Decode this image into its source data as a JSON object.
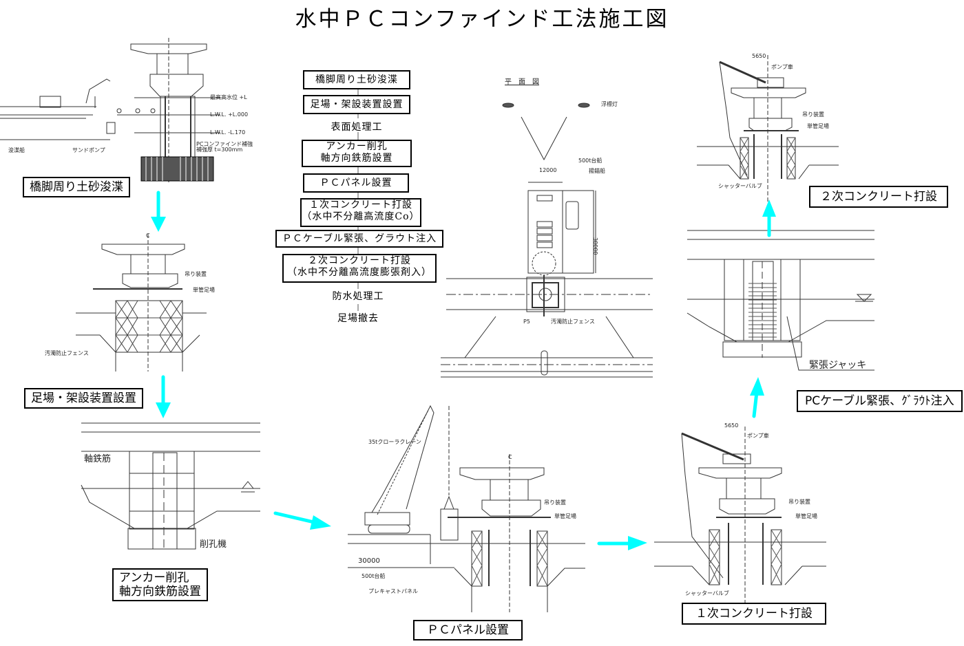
{
  "title": "水中ＰＣコンファインド工法施工図",
  "arrow_color": "#00ffff",
  "flow_chart": {
    "steps": [
      {
        "label": "橋脚周り土砂浚渫",
        "boxed": true
      },
      {
        "label": "足場・架設装置設置",
        "boxed": true
      },
      {
        "label": "表面処理工",
        "boxed": false
      },
      {
        "label": "アンカー削孔",
        "label2": "軸方向鉄筋設置",
        "boxed": true
      },
      {
        "label": "ＰＣパネル設置",
        "boxed": true
      },
      {
        "label": "１次コンクリート打設",
        "label2": "（水中不分離高流度Co）",
        "boxed": true
      },
      {
        "label": "ＰＣケーブル緊張、グラウト注入",
        "boxed": true
      },
      {
        "label": "２次コンクリート打設",
        "label2": "（水中不分離高流度膨張剤入）",
        "boxed": true
      },
      {
        "label": "防水処理工",
        "boxed": false
      },
      {
        "label": "足場撤去",
        "boxed": false
      }
    ]
  },
  "stages": {
    "dredging": {
      "caption": "橋脚周り土砂浚渫",
      "labels": {
        "dredger": "浚渫船",
        "sand_pump": "サンドポンプ",
        "level1": "最高高水位 +L",
        "level2": "L.W.L. +L.000",
        "level3": "L.W.L. -L.170",
        "note1": "PCコンファインド補強",
        "note2": "補強厚 t=300mm"
      }
    },
    "scaffold": {
      "caption": "足場・架設装置設置",
      "labels": {
        "hanger": "吊り装置",
        "pipe_scaffold": "単管足場",
        "silt_fence": "汚濁防止フェンス",
        "centerline": "C"
      }
    },
    "anchor": {
      "caption_line1": "アンカー削孔",
      "caption_line2": "軸方向鉄筋設置",
      "labels": {
        "rebar": "軸鉄筋",
        "drill": "削孔機"
      }
    },
    "pc_panel": {
      "caption": "ＰＣパネル設置",
      "labels": {
        "crane": "35tクローラクレーン",
        "barge": "500t台船",
        "panel": "プレキャストパネル",
        "dim": "30000",
        "hanger": "吊り装置",
        "pipe_scaffold": "単管足場",
        "centerline": "C"
      }
    },
    "plan_view": {
      "title": "平　面　図",
      "labels": {
        "buoy": "浮標灯",
        "barge": "500t台船",
        "tug": "揚錨船",
        "width": "12000",
        "length": "30000",
        "pier": "P5",
        "silt_fence": "汚濁防止フェンス"
      }
    },
    "first_concrete": {
      "caption": "１次コンクリート打設",
      "labels": {
        "dim": "5650",
        "pump": "ポンプ車",
        "hanger": "吊り装置",
        "pipe_scaffold": "単管足場",
        "valve": "シャッターバルブ"
      }
    },
    "tensioning": {
      "caption": "PCケーブル緊張、ｸﾞﾗｳﾄ注入",
      "labels": {
        "jack": "緊張ジャッキ"
      }
    },
    "second_concrete": {
      "caption": "２次コンクリート打設",
      "labels": {
        "dim": "5650",
        "pump": "ポンプ車",
        "hanger": "吊り装置",
        "pipe_scaffold": "単管足場",
        "valve": "シャッターバルブ"
      }
    }
  }
}
